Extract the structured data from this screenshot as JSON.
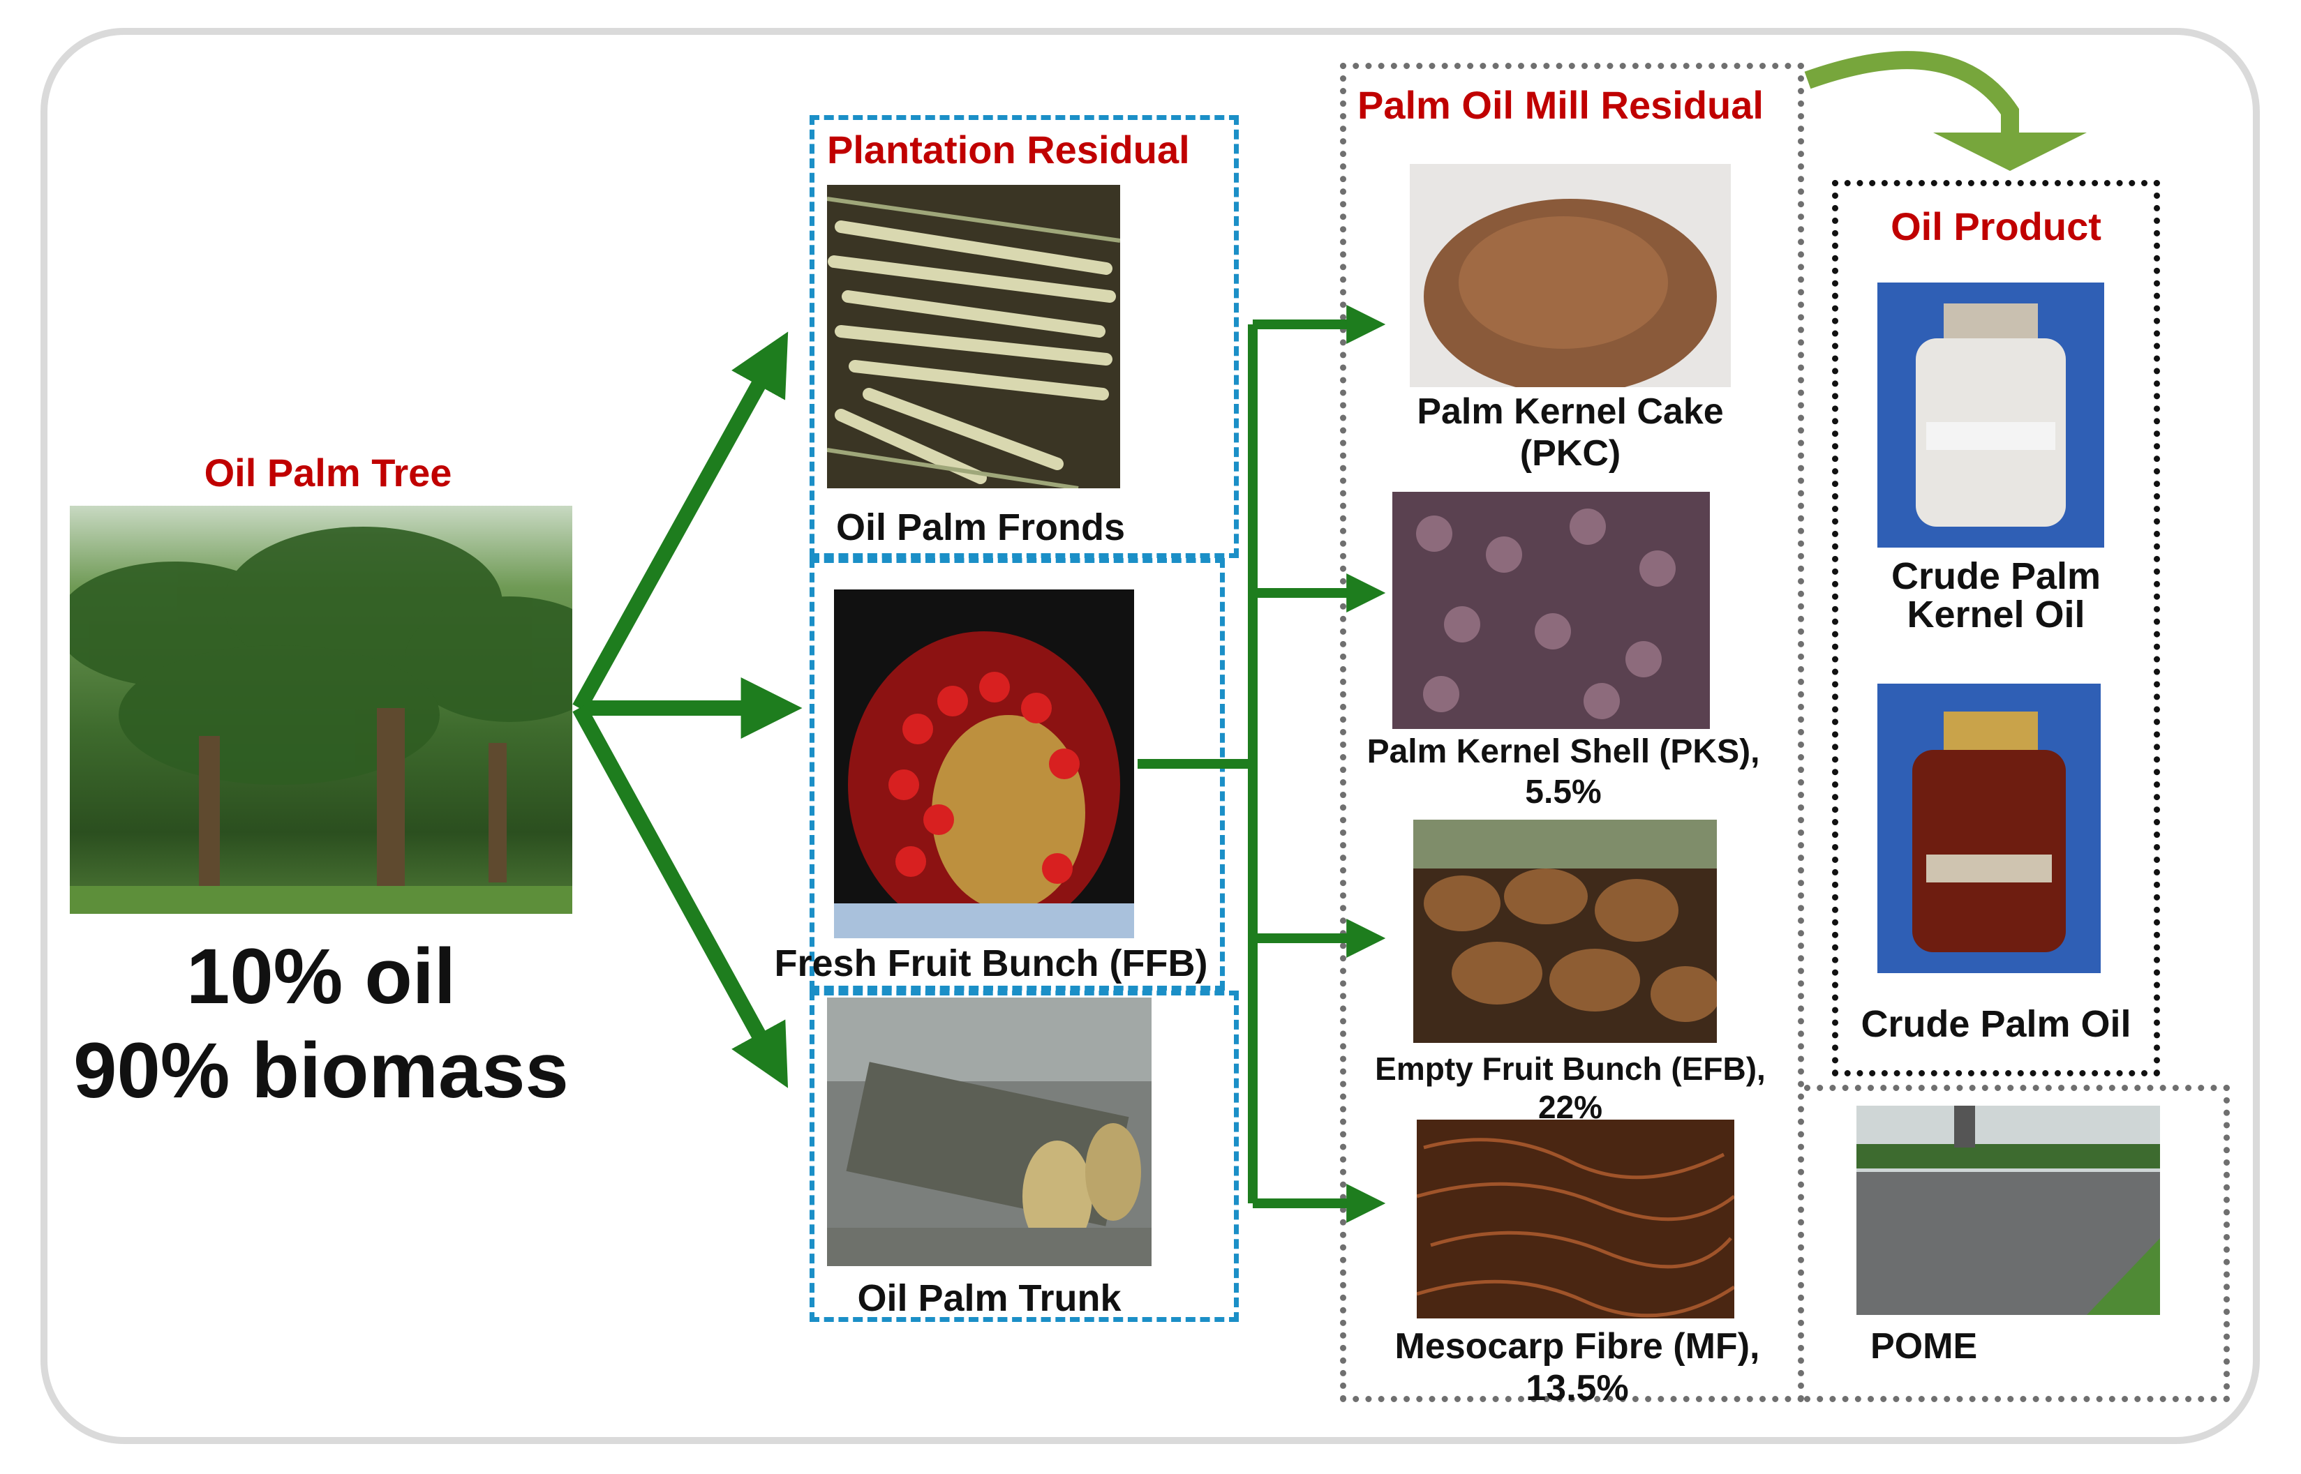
{
  "tree": {
    "title": "Oil Palm Tree",
    "line1": "10% oil",
    "line2": "90% biomass"
  },
  "plantation": {
    "title": "Plantation Residual",
    "fronds": "Oil Palm Fronds",
    "ffb": "Fresh Fruit Bunch (FFB)",
    "trunk": "Oil Palm Trunk"
  },
  "mill": {
    "title": "Palm Oil Mill Residual",
    "pkc_1": "Palm Kernel Cake",
    "pkc_2": "(PKC)",
    "pks_1": "Palm Kernel Shell (PKS),",
    "pks_2": "5.5%",
    "efb_1": "Empty Fruit Bunch (EFB),",
    "efb_2": "22%",
    "mf_1": "Mesocarp Fibre (MF),",
    "mf_2": "13.5%",
    "pome": "POME"
  },
  "product": {
    "title": "Oil Product",
    "cpko_1": "Crude Palm",
    "cpko_2": "Kernel Oil",
    "cpo": "Crude Palm Oil"
  },
  "colors": {
    "arrow": "#1e7d1e",
    "curve_arrow": "#77a63c",
    "title_red": "#c00000",
    "blue_dash": "#1b8fc7"
  }
}
